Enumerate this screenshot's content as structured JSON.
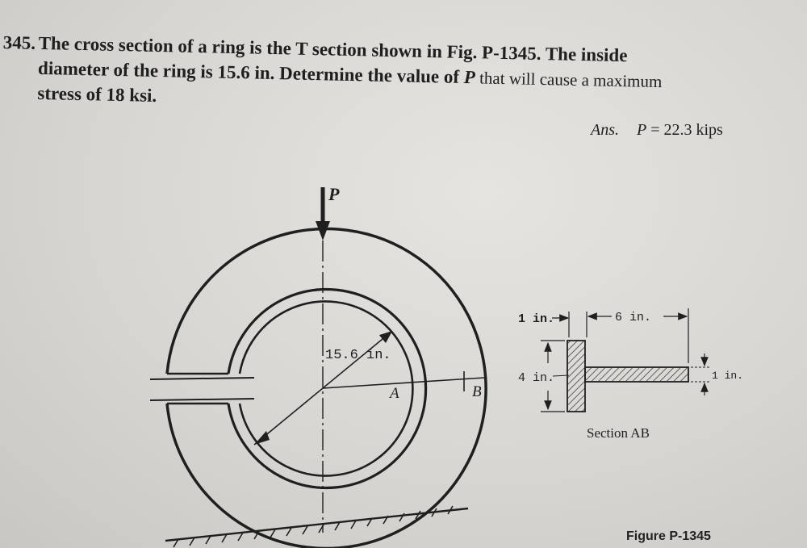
{
  "problem": {
    "number": "345.",
    "line1": "The cross section of a ring is the T section shown in Fig. P-1345. The inside",
    "line2_bold": "diameter of the ring is 15.6 in. Determine the value of ",
    "line2_var": "P",
    "line2_rest": " that will cause a maximum",
    "line3": "stress of 18 ksi."
  },
  "answer": {
    "label": "Ans.",
    "variable": "P",
    "value": " = 22.3 kips"
  },
  "figure": {
    "load_label": "P",
    "diameter_label": "15.6 in.",
    "point_a": "A",
    "point_b": "B",
    "dim_flange_thickness": "1 in.",
    "dim_web_length": "6 in.",
    "dim_flange_height": "4 in.",
    "dim_web_thickness": "1 in.",
    "section_label": "Section AB",
    "caption": "Figure P-1345"
  }
}
